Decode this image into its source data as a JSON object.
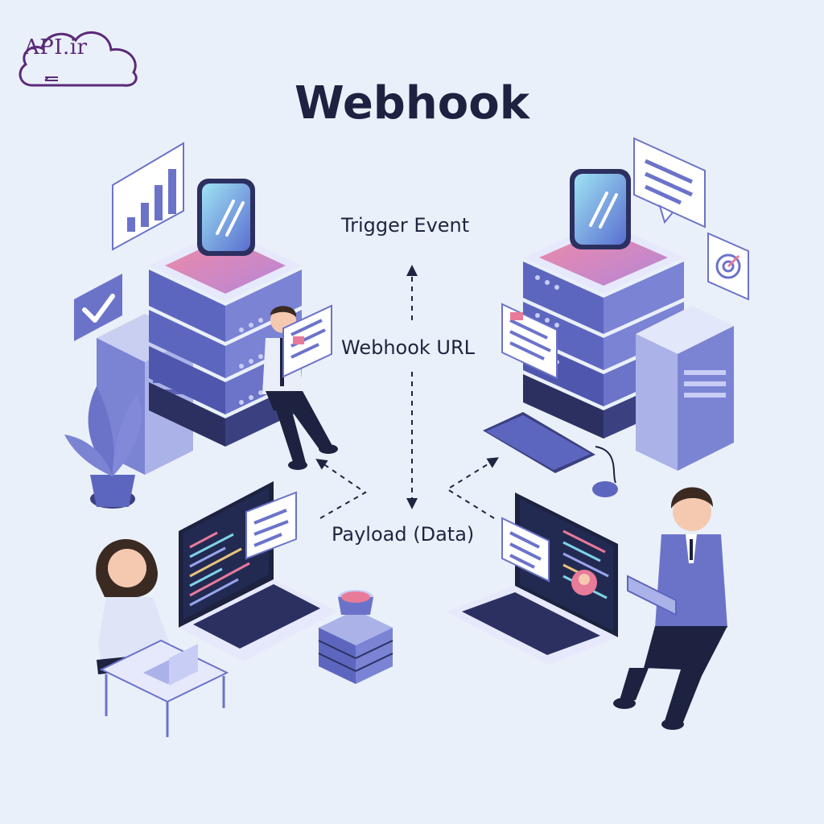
{
  "logo": {
    "text": "API.ir"
  },
  "title": "Webhook",
  "flow_labels": {
    "trigger_event": "Trigger Event",
    "webhook_url": "Webhook URL",
    "payload": "Payload (Data)"
  },
  "colors": {
    "background": "#eaf0f9",
    "server_primary": "#6b73c9",
    "server_dark": "#2c3060",
    "accent_pink": "#e87a9a",
    "accent_cyan": "#7fd3e8",
    "logo_purple": "#5b2a7a",
    "title_navy": "#1c2240"
  },
  "icons": [
    "cloud-logo-icon",
    "bar-chart-icon",
    "check-icon",
    "webhook-icon",
    "chat-bubble-icon",
    "target-icon",
    "plant-icon",
    "arrow-icon"
  ]
}
